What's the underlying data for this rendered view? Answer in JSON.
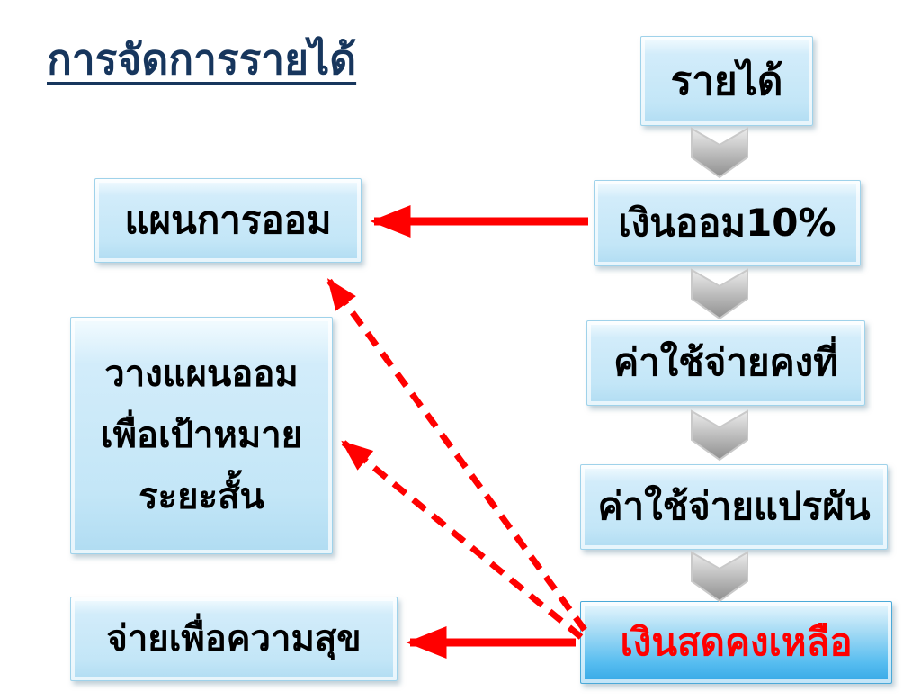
{
  "title": "การจัดการรายได้",
  "flow_boxes": {
    "income": "รายได้",
    "savings": "เงินออม10%",
    "fixed_expenses": "ค่าใช้จ่ายคงที่",
    "variable_expenses": "ค่าใช้จ่ายแปรผัน",
    "remaining_cash": "เงินสดคงเหลือ"
  },
  "plan_boxes": {
    "savings_plan": "แผนการออม",
    "short_term_goal_lines": [
      "วางแผนออม",
      "เพื่อเป้าหมาย",
      "ระยะสั้น"
    ],
    "spend_for_happiness": "จ่ายเพื่อความสุข"
  },
  "colors": {
    "title": "#17365D",
    "box_fill": "#C3E6F7",
    "remaining_cash_fill": "#35A8E6",
    "remaining_cash_text": "#FF0000",
    "arrow_red": "#FF0000",
    "flow_arrow_gray": "#9A9A9A"
  }
}
